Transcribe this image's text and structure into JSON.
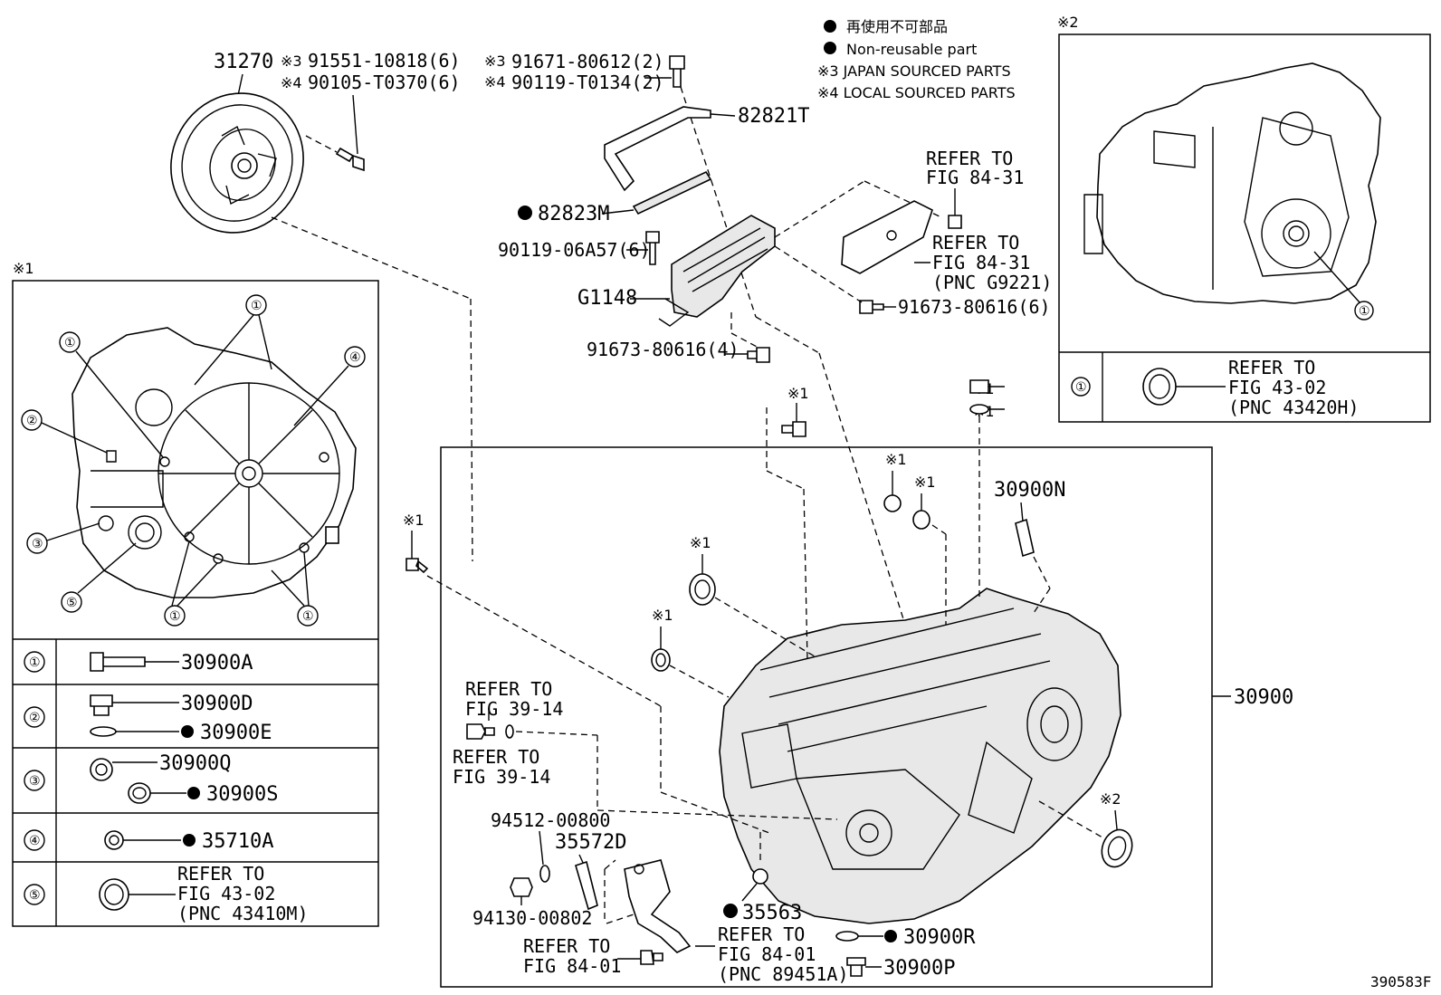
{
  "legend": {
    "line1": "再使用不可部品",
    "line2": "Non-reusable part",
    "line3": "※3 JAPAN SOURCED PARTS",
    "line4": "※4 LOCAL SOURCED PARTS"
  },
  "marks": {
    "m1": "※1",
    "m2": "※2",
    "m3": "※3",
    "m4": "※4"
  },
  "circles": [
    "①",
    "②",
    "③",
    "④",
    "⑤"
  ],
  "diagram_id": "390583F",
  "parts": {
    "p31270": "31270",
    "p91551": "91551-10818(6)",
    "p90105": "90105-T0370(6)",
    "p91671": "91671-80612(2)",
    "p90119t": "90119-T0134(2)",
    "p82821T": "82821T",
    "p82823M": "82823M",
    "p90119a": "90119-06A57(6)",
    "pG1148": "G1148",
    "p91673a": "91673-80616(6)",
    "p91673b": "91673-80616(4)",
    "p30900N": "30900N",
    "p30900": "30900",
    "p94512": "94512-00800",
    "p35572D": "35572D",
    "p94130": "94130-00802",
    "p35563": "35563",
    "p30900R": "30900R",
    "p30900P": "30900P",
    "p30900A": "30900A",
    "p30900D": "30900D",
    "p30900E": "30900E",
    "p30900Q": "30900Q",
    "p30900S": "30900S",
    "p35710A": "35710A"
  },
  "refs": {
    "refer_to": "REFER TO",
    "fig_84_31": "FIG 84-31",
    "pnc_g9221": "(PNC G9221)",
    "fig_43_02": "FIG 43-02",
    "pnc_43420h": "(PNC 43420H)",
    "pnc_43410m": "(PNC 43410M)",
    "fig_39_14": "FIG 39-14",
    "fig_84_01": "FIG 84-01",
    "pnc_89451a": "(PNC 89451A)"
  }
}
